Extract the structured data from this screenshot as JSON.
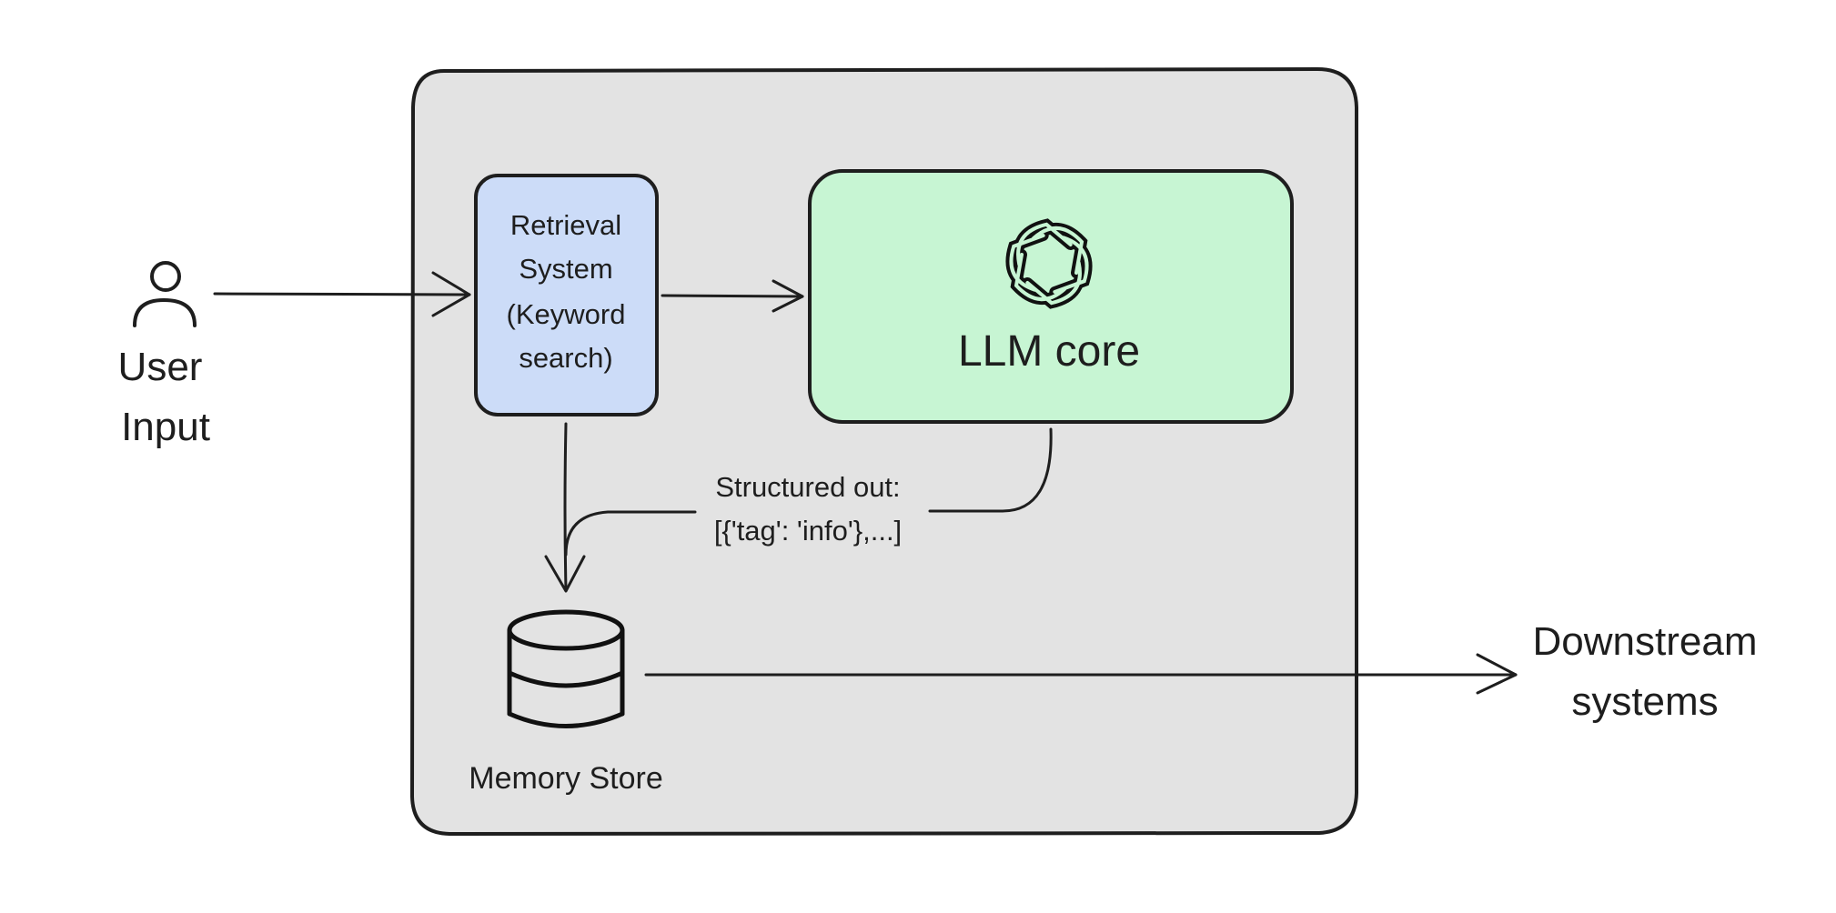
{
  "user_input": {
    "lines": [
      "User",
      "Input"
    ],
    "icon": "person-icon"
  },
  "retrieval": {
    "lines": [
      "Retrieval",
      "System",
      "(Keyword",
      "search)"
    ],
    "fill": "#ccdcf8"
  },
  "llm": {
    "label": "LLM core",
    "icon": "openai-logo-icon",
    "fill": "#c7f5d3"
  },
  "structured": {
    "lines": [
      "Structured out:",
      "[{'tag': 'info'},...]"
    ]
  },
  "memory": {
    "label": "Memory Store",
    "icon": "database-icon"
  },
  "downstream": {
    "lines": [
      "Downstream",
      "systems"
    ]
  },
  "colors": {
    "container": "#e3e3e3",
    "stroke": "#1e1e1e"
  }
}
